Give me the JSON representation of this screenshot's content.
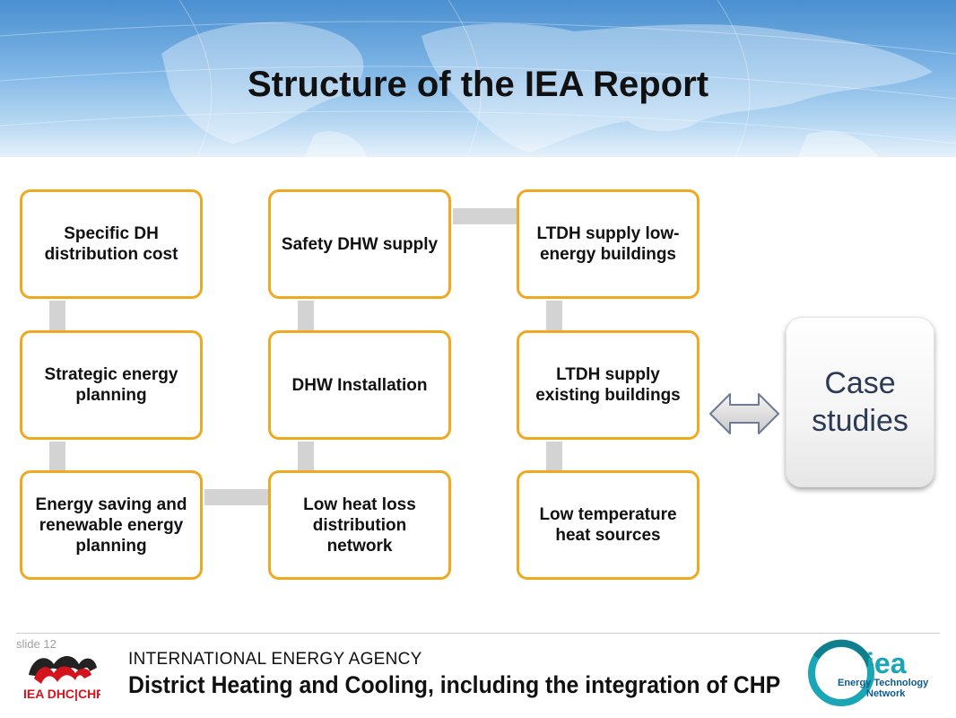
{
  "title": "Structure of the IEA Report",
  "boxes": {
    "col1": [
      "Specific DH distribution cost",
      "Strategic energy planning",
      "Energy saving and renewable energy planning"
    ],
    "col2": [
      "Safety DHW supply",
      "DHW Installation",
      "Low heat loss distribution network"
    ],
    "col3": [
      "LTDH supply low-energy buildings",
      "LTDH supply existing buildings",
      "Low temperature heat sources"
    ]
  },
  "case_studies": "Case studies",
  "footer": {
    "slide": "slide 12",
    "agency": "INTERNATIONAL ENERGY AGENCY",
    "subtitle": "District Heating and Cooling, including the integration of CHP",
    "logo_left_text": "IEA DHC|CHP",
    "logo_right_text": [
      "iea",
      "Energy Technology",
      "Network"
    ]
  },
  "colors": {
    "box_border": "#f0a91e",
    "connector": "#d3d3d3",
    "case_text": "#2b3a55"
  },
  "icons": [
    "double-arrow-icon",
    "iea-dhc-logo",
    "iea-etn-logo",
    "world-map-banner"
  ]
}
